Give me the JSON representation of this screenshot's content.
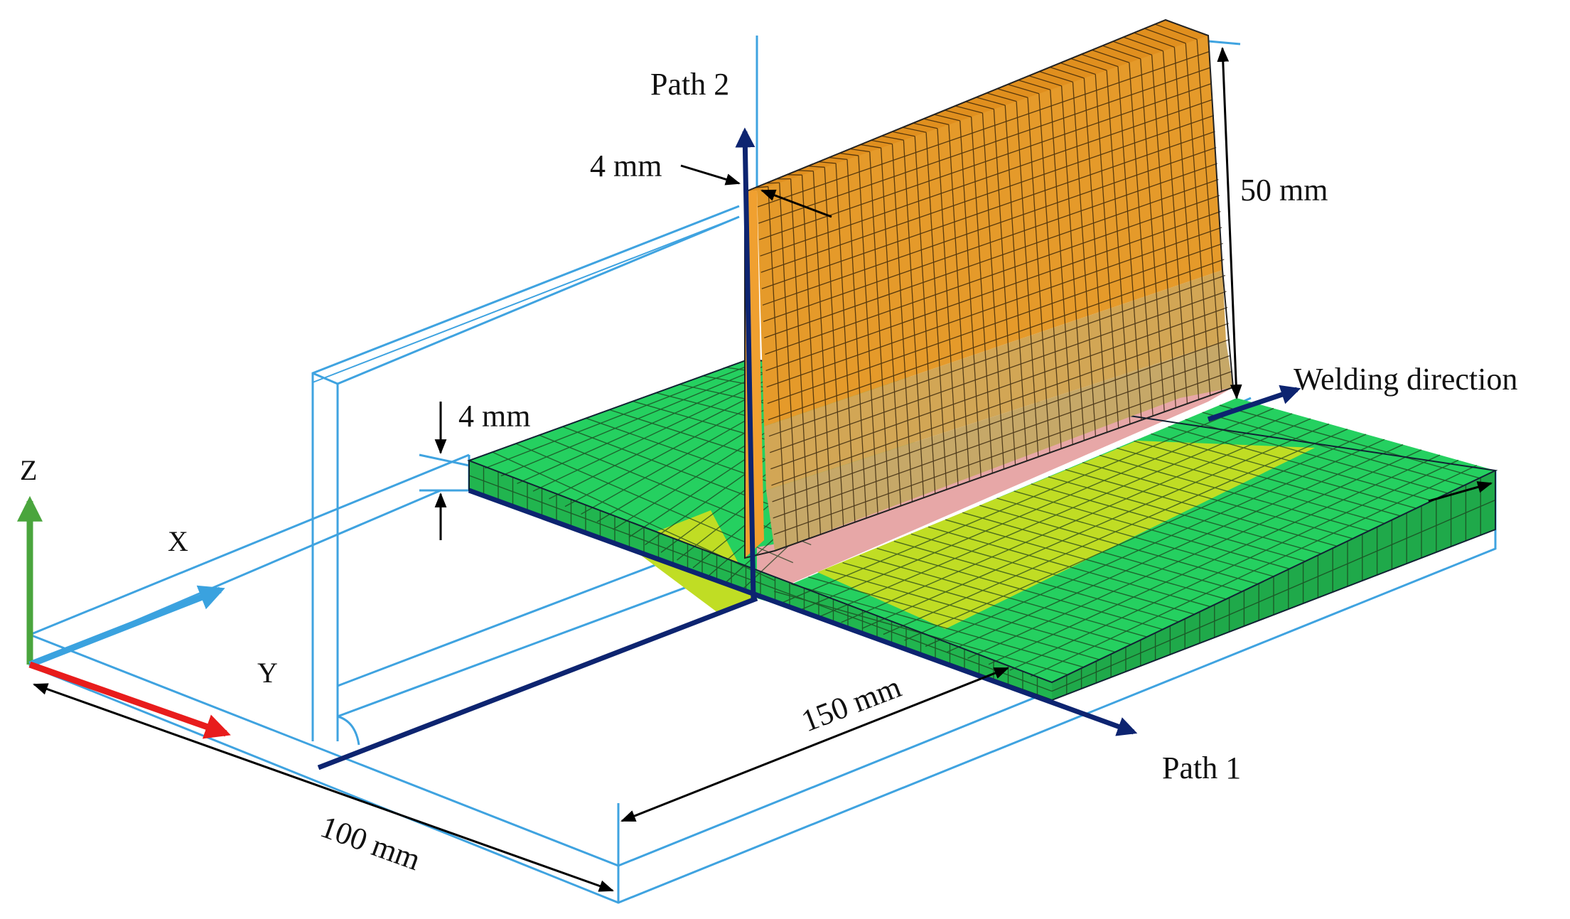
{
  "labels": {
    "path2": "Path 2",
    "path1": "Path 1",
    "welding_direction": "Welding direction",
    "dim_top_thickness": "4 mm",
    "dim_height": "50 mm",
    "dim_base_thickness": "4 mm",
    "dim_length": "150 mm",
    "dim_width": "100 mm",
    "axis_z": "Z",
    "axis_x": "X",
    "axis_y": "Y"
  },
  "colors": {
    "outline": "#3fa3e0",
    "path_line": "#0d2470",
    "axis_x_arrow": "#3aa2df",
    "axis_y_arrow": "#e81c1c",
    "axis_z_arrow": "#4aa53d",
    "web_upper": "#e59a2a",
    "web_mid": "#d2a655",
    "web_lower": "#c6a868",
    "fillet": "#e7a7a7",
    "plate_green": "#25d060",
    "plate_yellow": "#c0dd24"
  },
  "icons": {
    "path_arrow": "arrow-head-icon",
    "dim_arrow": "double-arrow-icon"
  }
}
